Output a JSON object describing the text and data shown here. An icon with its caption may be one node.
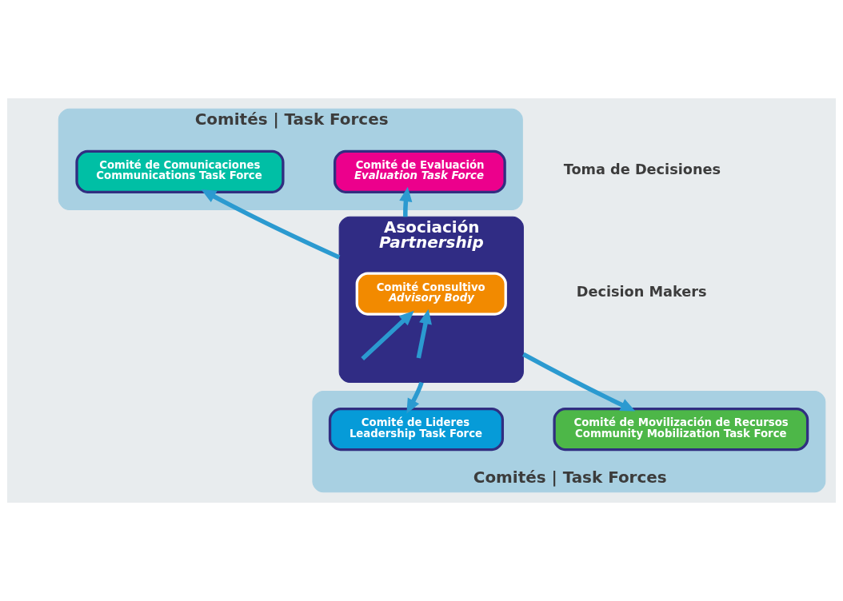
{
  "diagram": {
    "nodes": [
      {
        "text": [
          "Comités | Task Forces"
        ]
      },
      {
        "text": [
          "Comité de Comunicaciones",
          "Communications Task Force"
        ],
        "in": 0
      },
      {
        "text": [
          "Comité de Evaluación",
          "Evaluation Task Force"
        ],
        "in": 0
      },
      {
        "text": [
          "Asociación",
          "Partnership"
        ]
      },
      {
        "text": [
          "Comité Consultivo",
          "Advisory Body"
        ],
        "in": 3
      },
      {
        "text": [
          "Comités | Task Forces"
        ]
      },
      {
        "text": [
          "Comité de Lideres",
          "Leadership Task Force"
        ],
        "in": 5
      },
      {
        "text": [
          "Comité de Movilización de Recursos",
          "Community Mobilization Task Force"
        ],
        "in": 5
      }
    ],
    "edges": [
      {
        "from": 3,
        "to": 1,
        "arrow": "to"
      },
      {
        "from": 3,
        "to": 2,
        "arrow": "to"
      },
      {
        "from": null,
        "to": 4,
        "arrow": "to"
      },
      {
        "from": null,
        "to": 4,
        "arrow": "to"
      },
      {
        "from": 3,
        "to": 6,
        "arrow": "to"
      },
      {
        "from": 3,
        "to": 7,
        "arrow": "to"
      }
    ],
    "labels": [
      "Toma de Decisiones",
      "Decision Makers"
    ]
  }
}
